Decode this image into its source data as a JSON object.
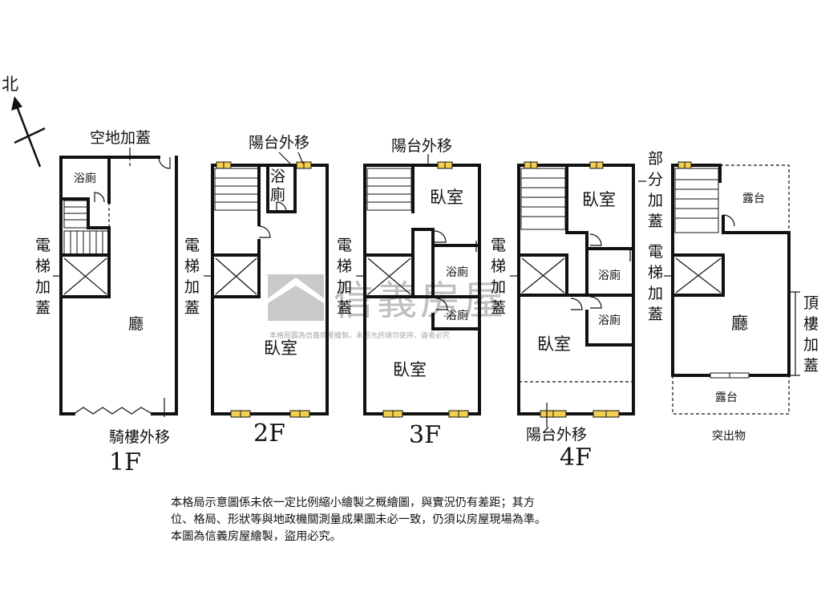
{
  "compass": {
    "north_label": "北"
  },
  "floors": {
    "f1": {
      "name": "1F",
      "rooms": {
        "bath": "浴廁",
        "hall": "廳"
      },
      "notes": {
        "top": "空地加蓋",
        "bottom": "騎樓外移",
        "side": [
          "電",
          "梯",
          "加",
          "蓋"
        ]
      }
    },
    "f2": {
      "name": "2F",
      "rooms": {
        "bath": [
          "浴",
          "廁"
        ],
        "bedroom": "臥室"
      },
      "notes": {
        "top": "陽台外移",
        "side": [
          "電",
          "梯",
          "加",
          "蓋"
        ]
      }
    },
    "f3": {
      "name": "3F",
      "rooms": {
        "bedroom_top": "臥室",
        "bath_upper": "浴廁",
        "bath_lower": "浴廁",
        "bedroom_bottom": "臥室"
      },
      "notes": {
        "top": "陽台外移",
        "side": [
          "電",
          "梯",
          "加",
          "蓋"
        ]
      }
    },
    "f4": {
      "name": "4F",
      "rooms": {
        "bedroom_top": "臥室",
        "bath_upper": "浴廁",
        "bath_lower": "浴廁",
        "bedroom_bottom": "臥室"
      },
      "notes": {
        "bottom": "陽台外移",
        "side": [
          "電",
          "梯",
          "加",
          "蓋"
        ]
      }
    },
    "roof": {
      "name": "突出物",
      "rooms": {
        "terrace_top": "露台",
        "hall": "廳",
        "terrace_bottom": "露台"
      },
      "notes": {
        "partial": [
          "部",
          "分",
          "加",
          "蓋"
        ],
        "elevator": [
          "電",
          "梯",
          "加",
          "蓋"
        ],
        "rooftop": [
          "頂",
          "樓",
          "加",
          "蓋"
        ]
      }
    }
  },
  "watermark": {
    "brand": "信義房屋",
    "notice": "本格局圖為信義房屋繪製，未經允許請勿使用，違者必究"
  },
  "disclaimer": [
    "本格局示意圖係未依一定比例縮小繪製之概繪圖，與實況仍有差距；其方",
    "位、格局、形狀等與地政機關測量成果圖未必一致，仍須以房屋現場為準。",
    "本圖為信義房屋繪製，盜用必究。"
  ]
}
